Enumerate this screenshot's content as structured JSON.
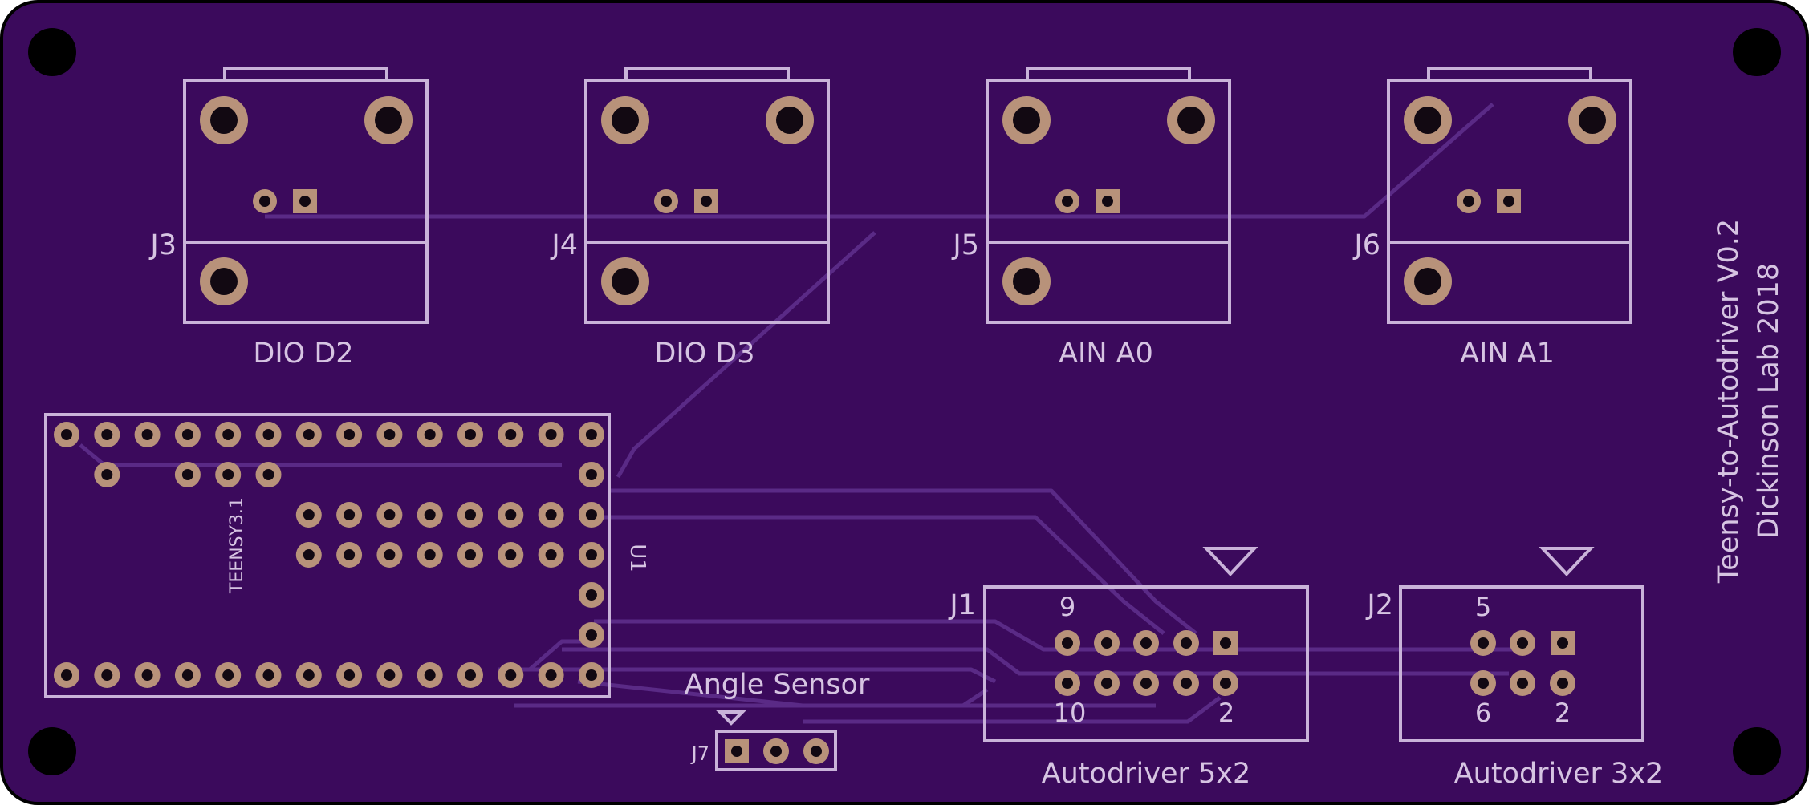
{
  "board": {
    "title_line1": "Teensy-to-Autodriver V0.2",
    "title_line2": "Dickinson Lab 2018",
    "colors": {
      "substrate": "#3b0a5c",
      "silkscreen": "#d6c4e2",
      "pad": "#b8927a",
      "hole": "#120912",
      "trace": "#5a2a86"
    }
  },
  "connectors": [
    {
      "ref": "J3",
      "label": "DIO D2"
    },
    {
      "ref": "J4",
      "label": "DIO D3"
    },
    {
      "ref": "J5",
      "label": "AIN A0"
    },
    {
      "ref": "J6",
      "label": "AIN A1"
    }
  ],
  "teensy": {
    "ref": "U1",
    "name": "TEENSY3.1"
  },
  "j1": {
    "ref": "J1",
    "label": "Autodriver 5x2",
    "pin_tl": "9",
    "pin_bl": "10",
    "pin_br": "2"
  },
  "j2": {
    "ref": "J2",
    "label": "Autodriver 3x2",
    "pin_tl": "5",
    "pin_bl": "6",
    "pin_br": "2"
  },
  "j7": {
    "ref": "J7",
    "label": "Angle Sensor"
  }
}
